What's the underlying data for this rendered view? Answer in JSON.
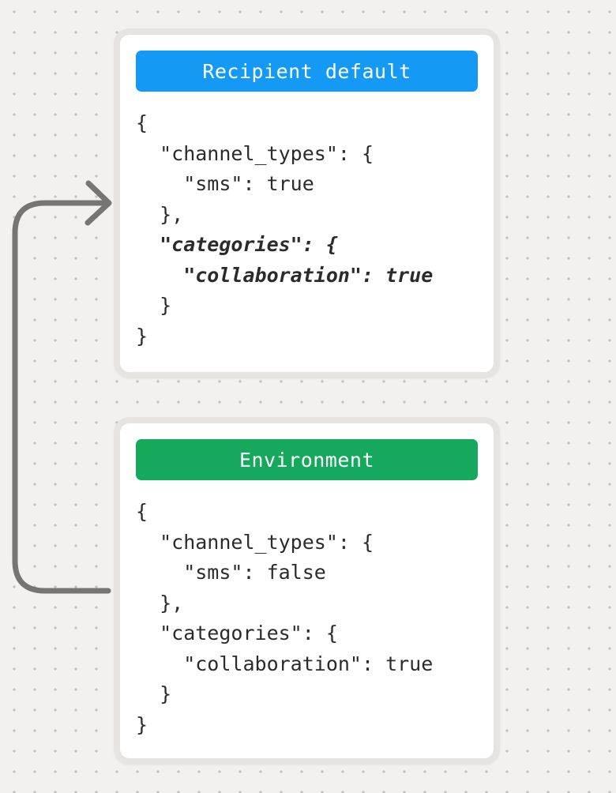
{
  "diagram": {
    "background_color": "#f2f1f0",
    "dot_color": "#c2c1c0",
    "arrow_color": "#757575",
    "text_color": "#2b2b2b"
  },
  "cards": [
    {
      "title": "Recipient default",
      "header_color": "#149af5",
      "lines": [
        {
          "text": "{",
          "emphasis": false
        },
        {
          "text": "  \"channel_types\": {",
          "emphasis": false
        },
        {
          "text": "    \"sms\": true",
          "emphasis": false
        },
        {
          "text": "  },",
          "emphasis": false
        },
        {
          "text": "  \"categories\": {",
          "emphasis": true
        },
        {
          "text": "    \"collaboration\": true",
          "emphasis": true
        },
        {
          "text": "  }",
          "emphasis": false
        },
        {
          "text": "}",
          "emphasis": false
        }
      ]
    },
    {
      "title": "Environment",
      "header_color": "#16a85c",
      "lines": [
        {
          "text": "{",
          "emphasis": false
        },
        {
          "text": "  \"channel_types\": {",
          "emphasis": false
        },
        {
          "text": "    \"sms\": false",
          "emphasis": false
        },
        {
          "text": "  },",
          "emphasis": false
        },
        {
          "text": "  \"categories\": {",
          "emphasis": false
        },
        {
          "text": "    \"collaboration\": true",
          "emphasis": false
        },
        {
          "text": "  }",
          "emphasis": false
        },
        {
          "text": "}",
          "emphasis": false
        }
      ]
    }
  ]
}
